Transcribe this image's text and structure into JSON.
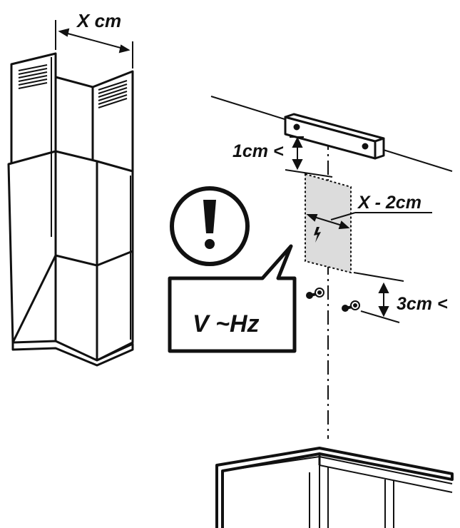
{
  "labels": {
    "chimney_width": "X cm",
    "bracket_gap": "1cm <",
    "socket_width": "X - 2cm",
    "screw_gap": "3cm <",
    "supply_rating": "V ~Hz"
  },
  "icons": {
    "warning": "exclamation-circle-icon",
    "electric": "lightning-bolt-icon"
  },
  "colors": {
    "ink": "#111111",
    "socket_area": "#dcdcdc",
    "paper": "#ffffff"
  }
}
